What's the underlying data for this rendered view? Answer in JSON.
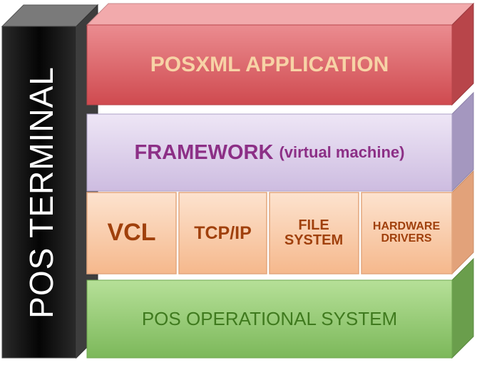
{
  "side_block": {
    "label": "POS TERMINAL"
  },
  "layers": {
    "application": {
      "label": "POSXML APPLICATION"
    },
    "framework": {
      "label": "FRAMEWORK",
      "sublabel": "(virtual machine)"
    },
    "modules": [
      {
        "label": "VCL"
      },
      {
        "label": "TCP/IP"
      },
      {
        "label": "FILE SYSTEM"
      },
      {
        "label": "HARDWARE DRIVERS"
      }
    ],
    "os": {
      "label": "POS OPERATIONAL SYSTEM"
    }
  },
  "colors": {
    "application": "#d9585c",
    "framework": "#d9cbe8",
    "modules": "#f7c9a4",
    "os": "#8cc46a",
    "terminal": "#1b1b1b"
  }
}
